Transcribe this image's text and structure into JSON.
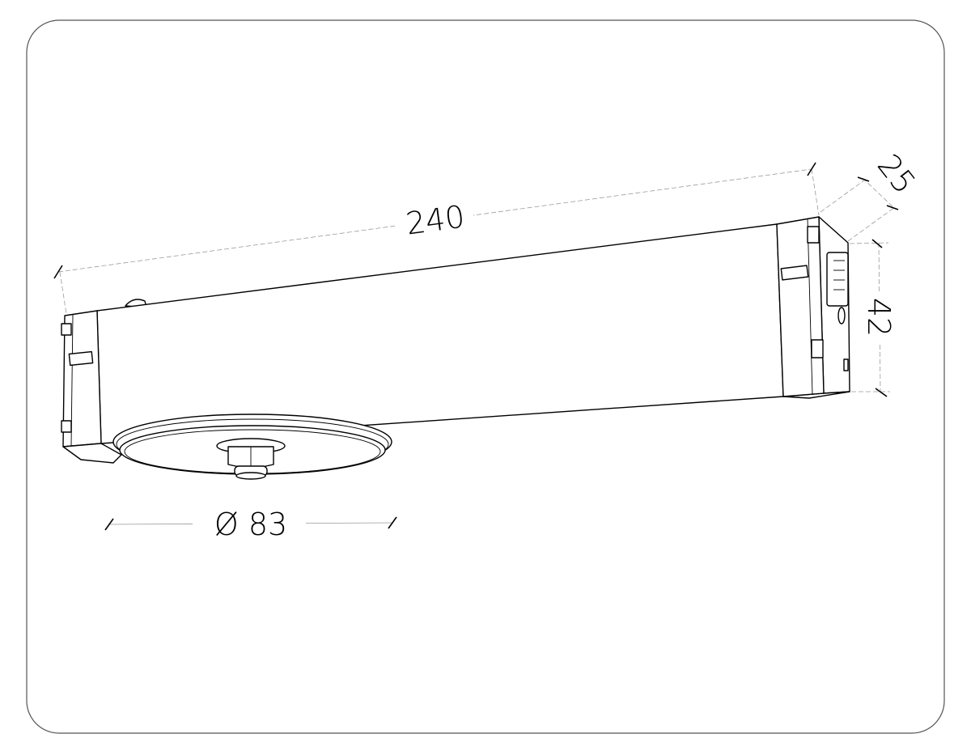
{
  "dimensions": {
    "length": "240",
    "depth": "25",
    "height": "42",
    "diameter": "Ø 83"
  },
  "colors": {
    "line": "#000000",
    "dimension_line": "#9a9a9a",
    "frame": "#555555"
  }
}
